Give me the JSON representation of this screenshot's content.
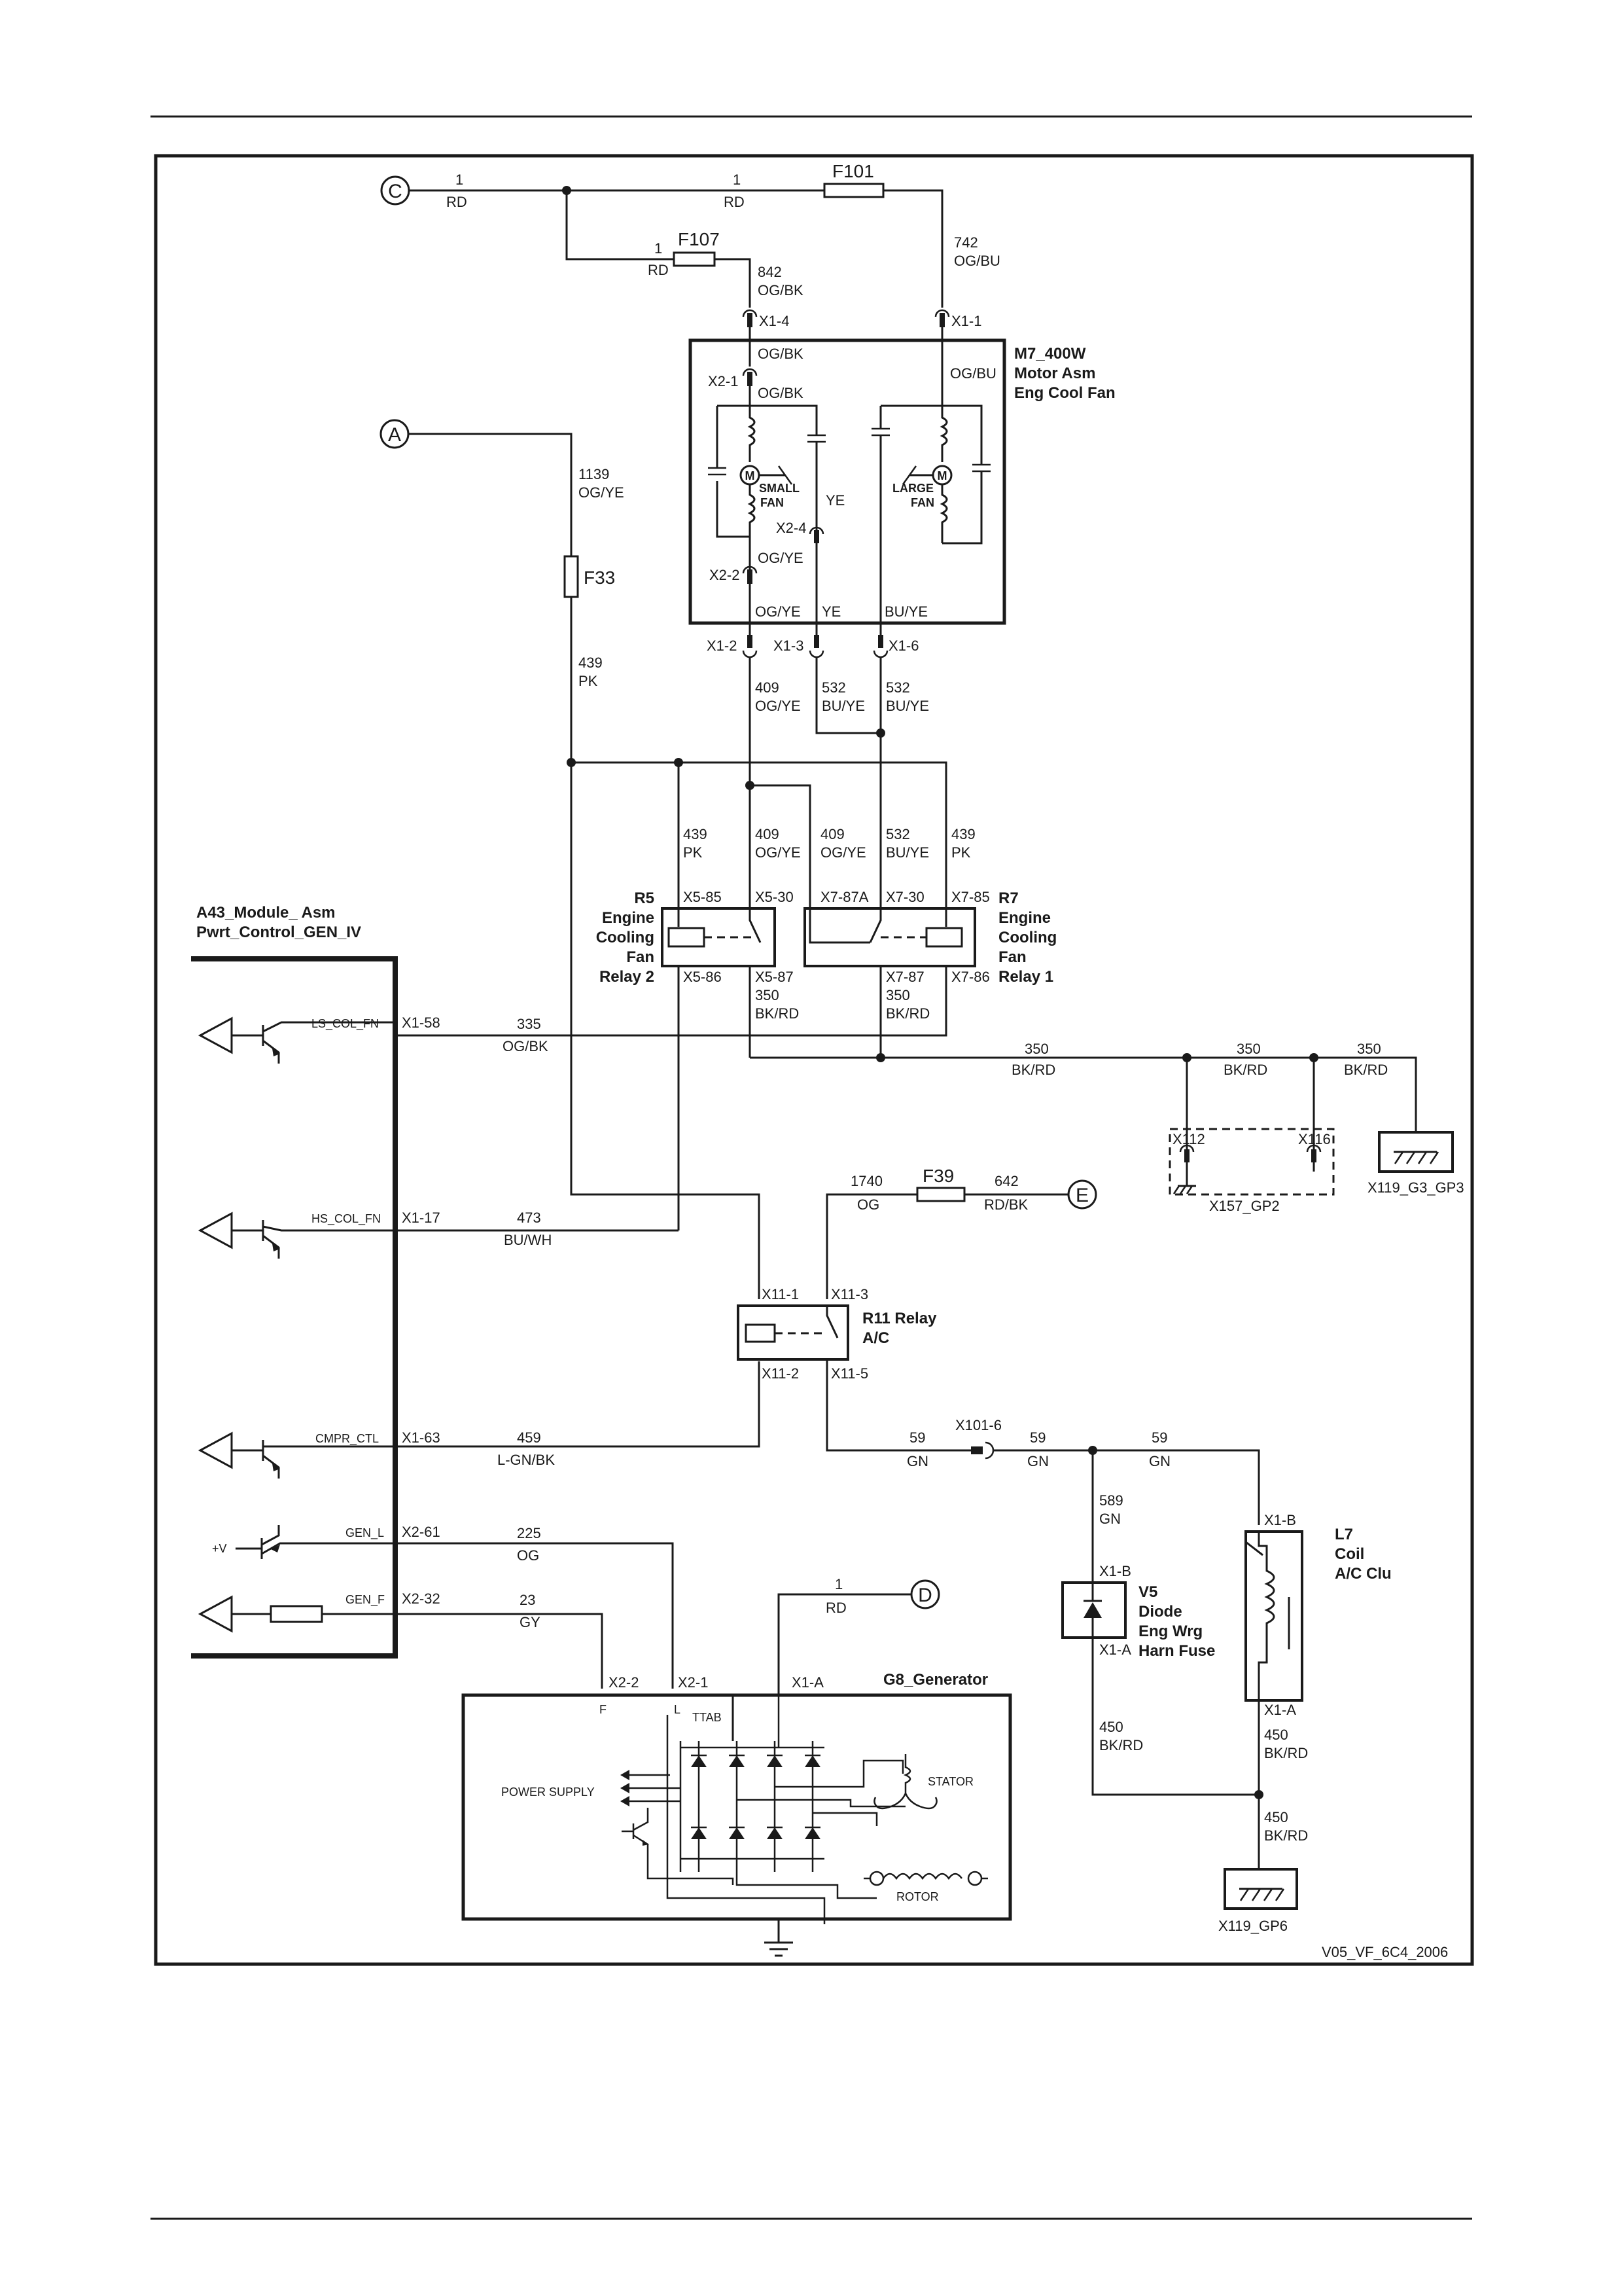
{
  "diagram_id": "V05_VF_6C4_2006",
  "connectors": {
    "a": "A",
    "c": "C",
    "d": "D",
    "e": "E"
  },
  "components": {
    "m7": [
      "M7_400W",
      "Motor Asm",
      "Eng Cool Fan"
    ],
    "r5": [
      "R5",
      "Engine",
      "Cooling",
      "Fan",
      "Relay 2"
    ],
    "r7": [
      "R7",
      "Engine",
      "Cooling",
      "Fan",
      "Relay 1"
    ],
    "a43": [
      "A43_Module_ Asm",
      "Pwrt_Control_GEN_IV"
    ],
    "r11": [
      "R11 Relay",
      "A/C"
    ],
    "v5": [
      "V5",
      "Diode",
      "Eng Wrg",
      "Harn Fuse"
    ],
    "l7": [
      "L7",
      "Coil",
      "A/C Clu"
    ],
    "g8": "G8_Generator"
  },
  "fuses": {
    "f101": "F101",
    "f107": "F107",
    "f33": "F33",
    "f39": "F39"
  },
  "grounds": {
    "x119_g3": "X119_G3_GP3",
    "x157": "X157_GP2",
    "x119_gp6": "X119_GP6"
  },
  "motor_labels": {
    "small_fan": "SMALL",
    "small_fan2": "FAN",
    "large_fan": "LARGE",
    "large_fan2": "FAN",
    "m": "M"
  },
  "generator_labels": {
    "power_supply": "POWER SUPPLY",
    "stator": "STATOR",
    "rotor": "ROTOR",
    "ttab": "TTAB",
    "f": "F",
    "l": "L"
  },
  "pins": {
    "x1_4": "X1-4",
    "x1_1": "X1-1",
    "x2_1": "X2-1",
    "x2_4": "X2-4",
    "x2_2": "X2-2",
    "x1_2": "X1-2",
    "x1_3": "X1-3",
    "x1_6": "X1-6",
    "x5_85": "X5-85",
    "x5_30": "X5-30",
    "x5_86": "X5-86",
    "x5_87": "X5-87",
    "x7_87a": "X7-87A",
    "x7_30": "X7-30",
    "x7_85": "X7-85",
    "x7_87": "X7-87",
    "x7_86": "X7-86",
    "x1_58": "X1-58",
    "x1_17": "X1-17",
    "x1_63": "X1-63",
    "x2_61": "X2-61",
    "x2_32": "X2-32",
    "x11_1": "X11-1",
    "x11_3": "X11-3",
    "x11_2": "X11-2",
    "x11_5": "X11-5",
    "x101_6": "X101-6",
    "x1_b": "X1-B",
    "x1_a": "X1-A",
    "g8_x2_2": "X2-2",
    "g8_x2_1": "X2-1",
    "g8_x1_a": "X1-A",
    "x112": "X112",
    "x116": "X116"
  },
  "signals": {
    "ls_col_fn": "LS_COL_FN",
    "hs_col_fn": "HS_COL_FN",
    "cmpr_ctl": "CMPR_CTL",
    "gen_l": "GEN_L",
    "gen_f": "GEN_F",
    "plus_v": "+V"
  },
  "wires": {
    "c_rd": [
      "1",
      "RD"
    ],
    "top_rd": [
      "1",
      "RD"
    ],
    "f107_rd": [
      "1",
      "RD"
    ],
    "w742": [
      "742",
      "OG/BU"
    ],
    "w842": [
      "842",
      "OG/BK"
    ],
    "og_bk_1": "OG/BK",
    "og_bk_2": "OG/BK",
    "og_bu": "OG/BU",
    "ye": "YE",
    "og_ye": "OG/YE",
    "box_og_ye": "OG/YE",
    "box_ye": "YE",
    "box_bu_ye": "BU/YE",
    "w1139": [
      "1139",
      "OG/YE"
    ],
    "w439": [
      "439",
      "PK"
    ],
    "w409": [
      "409",
      "OG/YE"
    ],
    "w532": [
      "532",
      "BU/YE"
    ],
    "r5_439": [
      "439",
      "PK"
    ],
    "r5_409": [
      "409",
      "OG/YE"
    ],
    "r7_409": [
      "409",
      "OG/YE"
    ],
    "r7_532": [
      "532",
      "BU/YE"
    ],
    "r7_439": [
      "439",
      "PK"
    ],
    "r5_350": [
      "350",
      "BK/RD"
    ],
    "r7_350": [
      "350",
      "BK/RD"
    ],
    "w335": [
      "335",
      "OG/BK"
    ],
    "g350_1": [
      "350",
      "BK/RD"
    ],
    "g350_2": [
      "350",
      "BK/RD"
    ],
    "g350_3": [
      "350",
      "BK/RD"
    ],
    "w1740": [
      "1740",
      "OG"
    ],
    "w642": [
      "642",
      "RD/BK"
    ],
    "w473": [
      "473",
      "BU/WH"
    ],
    "w459": [
      "459",
      "L-GN/BK"
    ],
    "w59_1": [
      "59",
      "GN"
    ],
    "w59_2": [
      "59",
      "GN"
    ],
    "w59_3": [
      "59",
      "GN"
    ],
    "w589": [
      "589",
      "GN"
    ],
    "w225": [
      "225",
      "OG"
    ],
    "w23": [
      "23",
      "GY"
    ],
    "d_rd": [
      "1",
      "RD"
    ],
    "w450_1": [
      "450",
      "BK/RD"
    ],
    "w450_2": [
      "450",
      "BK/RD"
    ],
    "w450_3": [
      "450",
      "BK/RD"
    ]
  }
}
